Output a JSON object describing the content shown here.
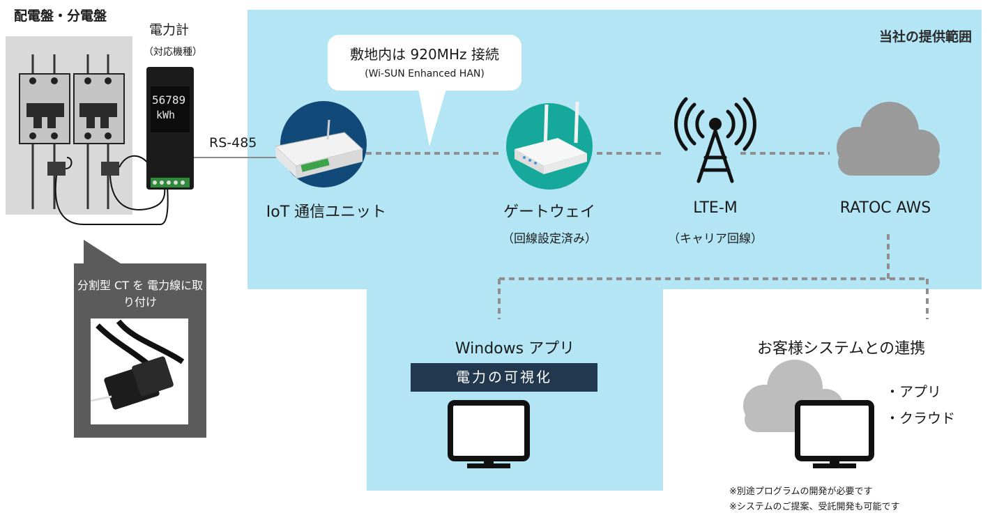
{
  "panel": {
    "title": "配電盤・分電盤"
  },
  "meter": {
    "title": "電力計",
    "subtitle": "（対応機種）",
    "display_value": "56789",
    "display_unit": "kWh"
  },
  "link_label": "RS-485",
  "region": {
    "title": "当社の提供範囲"
  },
  "bubble": {
    "line1": "敷地内は 920MHz 接続",
    "line2": "(Wi-SUN Enhanced HAN)"
  },
  "nodes": {
    "iot": {
      "label": "IoT 通信ユニット"
    },
    "gateway": {
      "label": "ゲートウェイ",
      "sub": "（回線設定済み）"
    },
    "lte": {
      "label": "LTE-M",
      "sub": "（キャリア回線）"
    },
    "aws": {
      "label": "RATOC AWS"
    }
  },
  "callout": {
    "text": "分割型 CT を 電力線に取り付け"
  },
  "windows": {
    "title": "Windows アプリ",
    "banner": "電力の可視化"
  },
  "customer": {
    "title": "お客様システムとの連携",
    "items": [
      "・アプリ",
      "・クラウド"
    ],
    "notes": [
      "※別途プログラムの開発が必要です",
      "※システムのご提案、受託開発も可能です"
    ]
  },
  "colors": {
    "region": "#b3e5f5",
    "iot_circle": "#114a78",
    "gateway_circle": "#16a89a",
    "banner": "#22384f",
    "dash": "#8f8f8f",
    "cloud": "#9a9a9a"
  }
}
